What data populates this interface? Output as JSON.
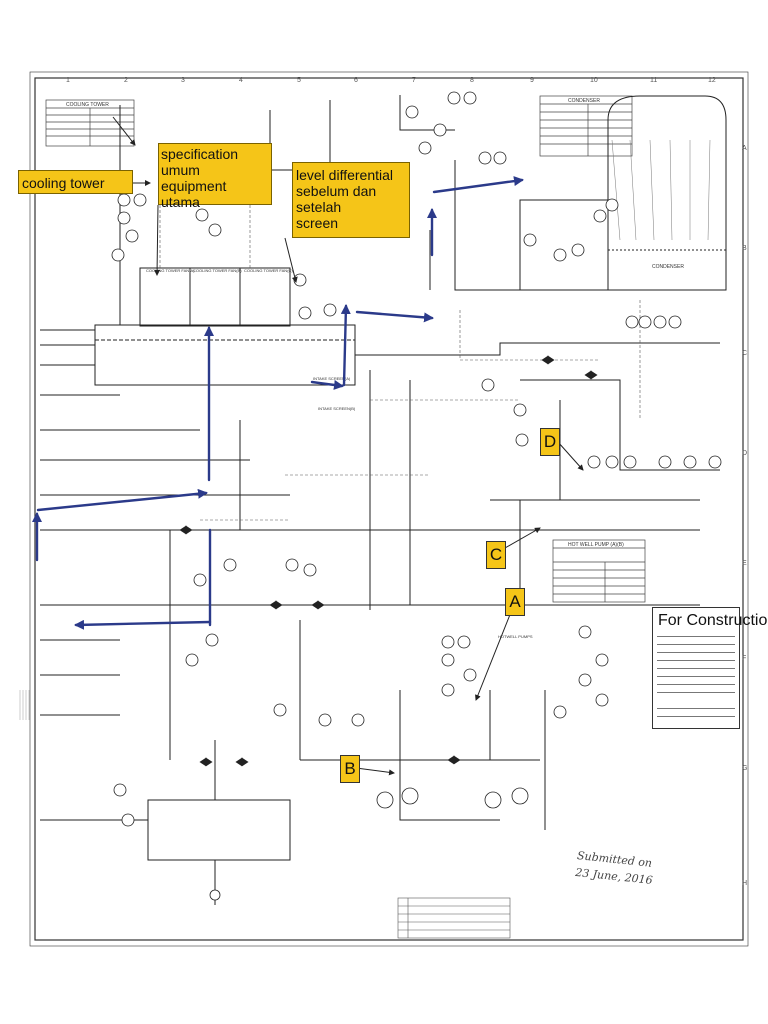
{
  "callouts": {
    "cooling_tower": "cooling tower",
    "spec_line1": "specification umum",
    "spec_line2": "equipment utama",
    "level_line1": "level differential",
    "level_line2": "sebelum dan setelah",
    "level_line3": "screen"
  },
  "markers": {
    "a": "A",
    "b": "B",
    "c": "C",
    "d": "D"
  },
  "stamp": {
    "title": "For Construction"
  },
  "handwritten": {
    "line1": "Submitted on",
    "line2": "23 June, 2016"
  },
  "drawing_labels": {
    "cooling_tower_table": "COOLING TOWER",
    "condenser_table": "CONDENSER",
    "condenser": "CONDENSER",
    "hotwell_pump_table": "HOT WELL PUMP (A)(B)",
    "hotwell_pumps": "HOTWELL PUMPS",
    "fan_a": "COOLING TOWER FAN(A)",
    "fan_b": "COOLING TOWER FAN(B)",
    "fan_c": "COOLING TOWER FAN(C)",
    "intake_screen_1": "INTAKE SCREEN(A)",
    "intake_screen_2": "INTAKE SCREEN(B)"
  },
  "grid": {
    "top": [
      "1",
      "2",
      "3",
      "4",
      "5",
      "6",
      "7",
      "8",
      "9",
      "10",
      "11",
      "12"
    ],
    "side": [
      "A",
      "B",
      "C",
      "D",
      "E",
      "F",
      "G",
      "H"
    ]
  },
  "colors": {
    "arrow": "#2b3a8a",
    "callout": "#f5c518",
    "line": "#222222"
  }
}
